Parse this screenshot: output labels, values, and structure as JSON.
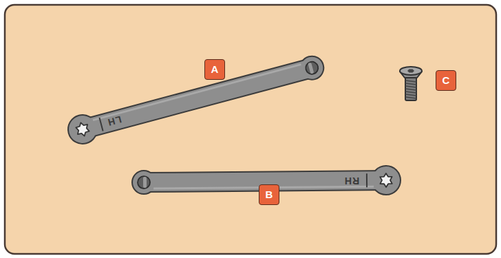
{
  "diagram": {
    "labels": [
      "A",
      "C",
      "LH",
      "RH",
      "B"
    ]
  }
}
